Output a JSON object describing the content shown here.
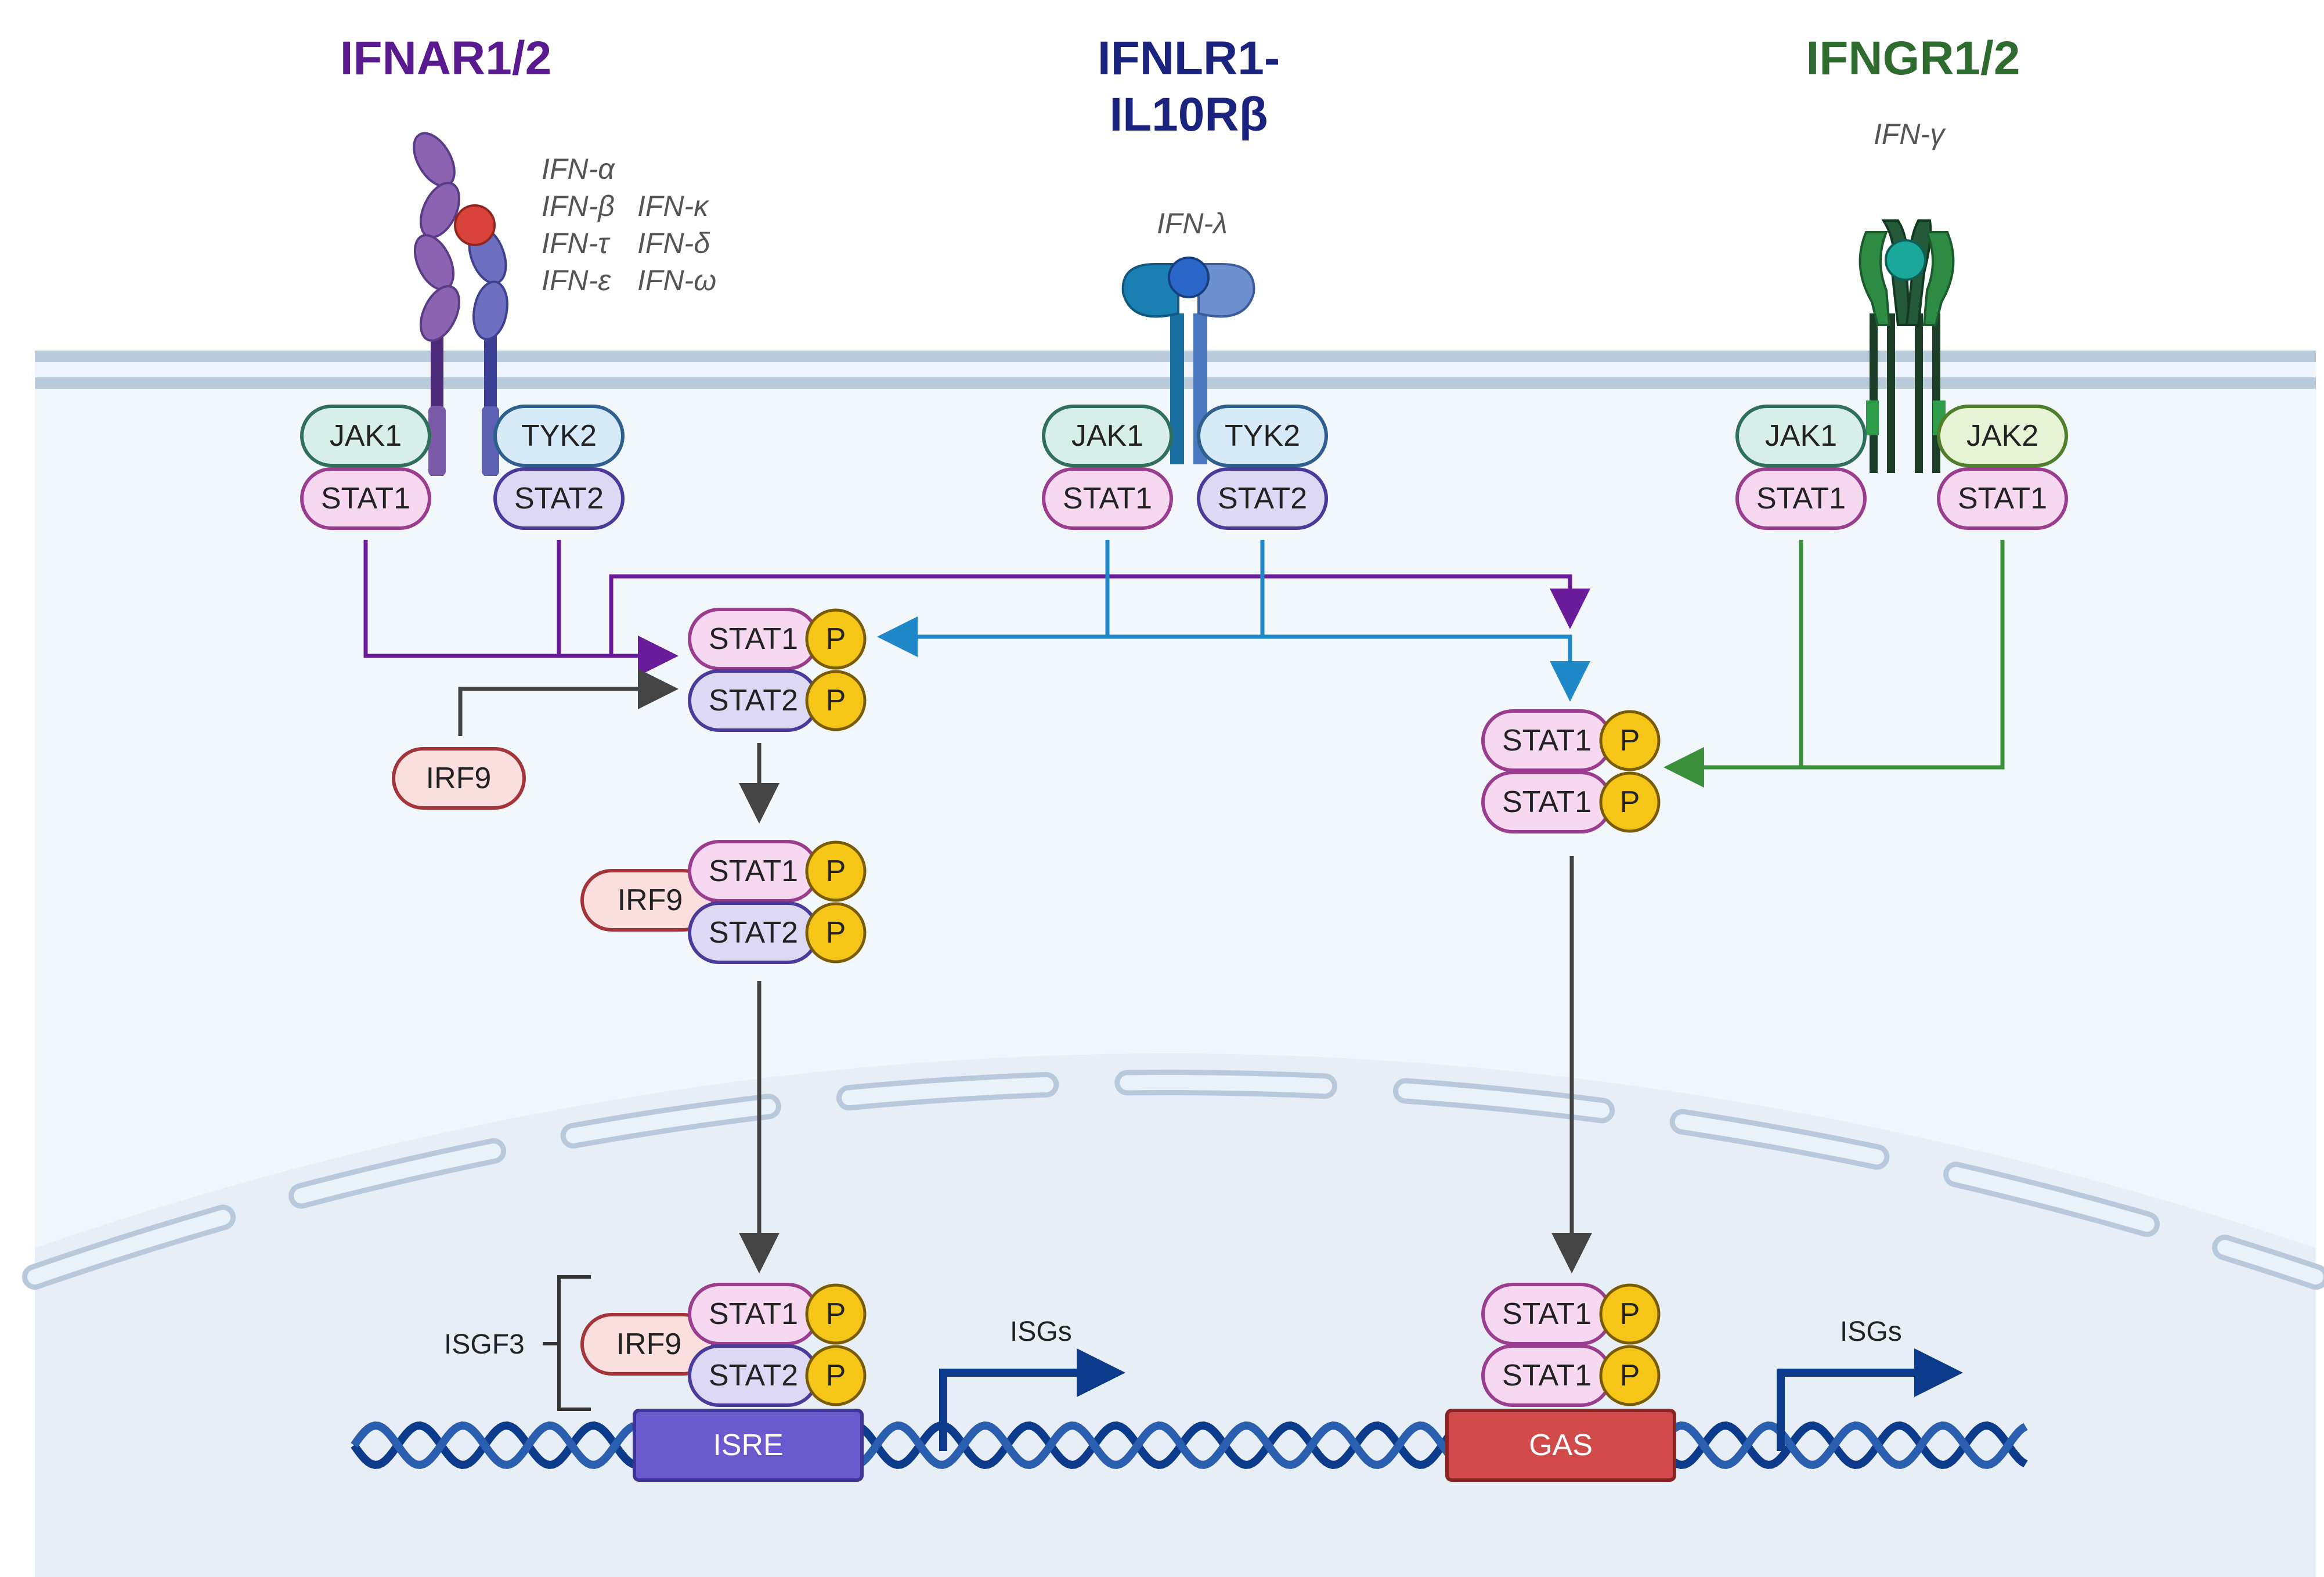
{
  "receptors": {
    "ifnar": {
      "title": "IFNAR1/2",
      "color": "#5a1a8f"
    },
    "ifnlr": {
      "title_line1": "IFNLR1-",
      "title_line2": "IL10Rβ",
      "color": "#1a237e"
    },
    "ifngr": {
      "title": "IFNGR1/2",
      "color": "#2e6b2e"
    }
  },
  "ligands": {
    "type1": [
      "IFN-α",
      "IFN-β",
      "IFN-κ",
      "IFN-τ",
      "IFN-δ",
      "IFN-ε",
      "IFN-ω"
    ],
    "type3": "IFN-λ",
    "type2": "IFN-γ"
  },
  "proteins": {
    "jak1": "JAK1",
    "jak2": "JAK2",
    "tyk2": "TYK2",
    "stat1": "STAT1",
    "stat2": "STAT2",
    "irf9": "IRF9",
    "phospho": "P"
  },
  "complexes": {
    "isgf3": "ISGF3"
  },
  "dna_elements": {
    "isre": "ISRE",
    "gas": "GAS",
    "isgs": "ISGs"
  },
  "colors": {
    "type1_arrow": "#6a1b9a",
    "type3_arrow": "#1e88c8",
    "type2_arrow": "#3a8f3a",
    "neutral_arrow": "#444444",
    "dna": "#0d3b8c",
    "isre_box": "#6a5acd",
    "gas_box": "#d04a4a",
    "phospho": "#f5c518"
  }
}
